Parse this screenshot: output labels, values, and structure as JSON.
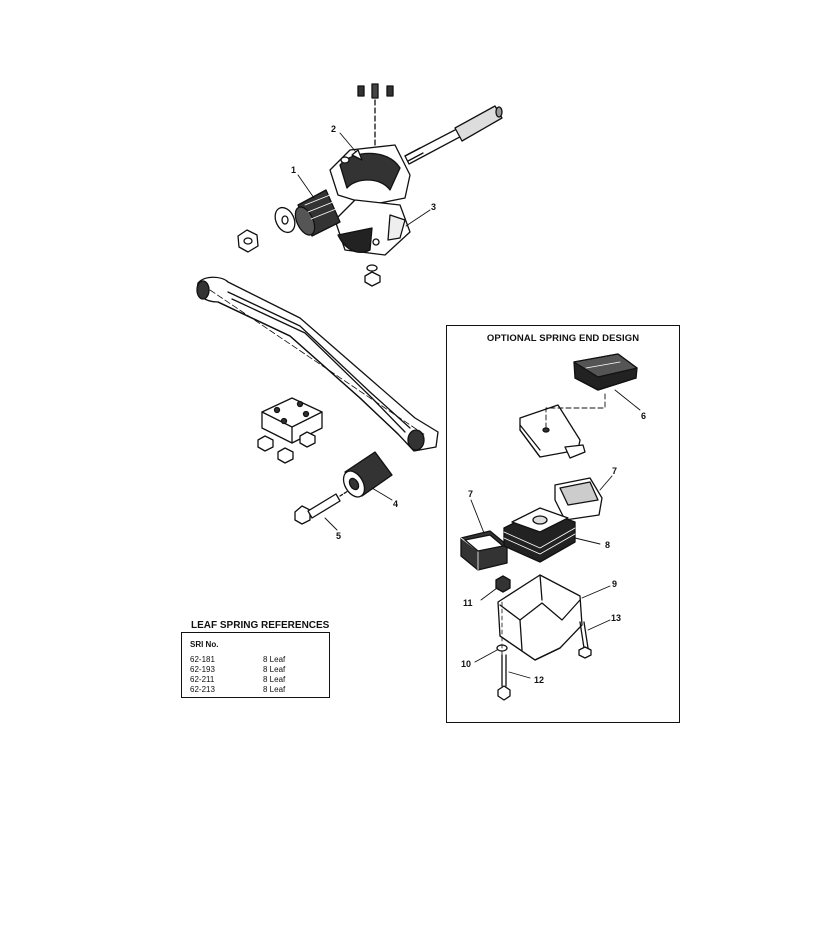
{
  "callouts": {
    "c1": "1",
    "c2": "2",
    "c3": "3",
    "c4": "4",
    "c5": "5",
    "c6": "6",
    "c7a": "7",
    "c7b": "7",
    "c8": "8",
    "c9": "9",
    "c10": "10",
    "c11": "11",
    "c12": "12",
    "c13": "13"
  },
  "optional_box": {
    "title": "OPTIONAL SPRING END DESIGN"
  },
  "references": {
    "title": "LEAF SPRING REFERENCES",
    "header": "SRI No.",
    "rows": [
      {
        "sri": "62-181",
        "leaf": "8 Leaf"
      },
      {
        "sri": "62-193",
        "leaf": "8 Leaf"
      },
      {
        "sri": "62-211",
        "leaf": "8 Leaf"
      },
      {
        "sri": "62-213",
        "leaf": "8 Leaf"
      }
    ]
  }
}
